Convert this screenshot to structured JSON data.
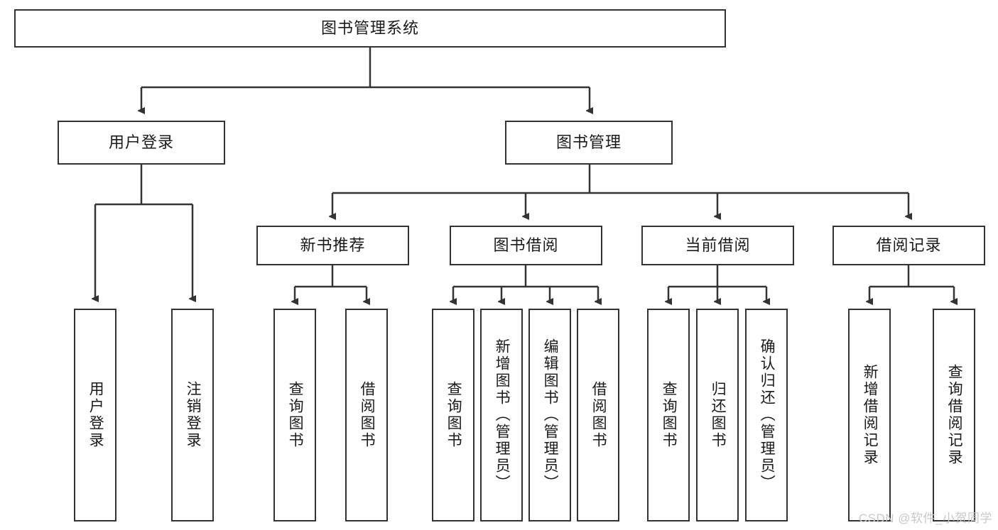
{
  "diagram": {
    "title": "图书管理系统",
    "watermark": "CSDN @软件_小贺同学",
    "colors": {
      "border": "#333333",
      "background": "#ffffff",
      "text": "#1a1a1a",
      "watermark": "#c9c9c9"
    },
    "root": {
      "label": "图书管理系统"
    },
    "level2": [
      {
        "label": "用户登录"
      },
      {
        "label": "图书管理"
      }
    ],
    "level3": [
      {
        "label": "新书推荐"
      },
      {
        "label": "图书借阅"
      },
      {
        "label": "当前借阅"
      },
      {
        "label": "借阅记录"
      }
    ],
    "leaves": {
      "user_login": [
        {
          "label": "用户登录"
        },
        {
          "label": "注销登录"
        }
      ],
      "new_book_recommend": [
        {
          "label": "查询图书"
        },
        {
          "label": "借阅图书"
        }
      ],
      "book_borrow": [
        {
          "label": "查询图书"
        },
        {
          "label": "新增图书（管理员）"
        },
        {
          "label": "编辑图书（管理员）"
        },
        {
          "label": "借阅图书"
        }
      ],
      "current_borrow": [
        {
          "label": "查询图书"
        },
        {
          "label": "归还图书"
        },
        {
          "label": "确认归还（管理员）"
        }
      ],
      "borrow_records": [
        {
          "label": "新增借阅记录"
        },
        {
          "label": "查询借阅记录"
        }
      ]
    }
  }
}
